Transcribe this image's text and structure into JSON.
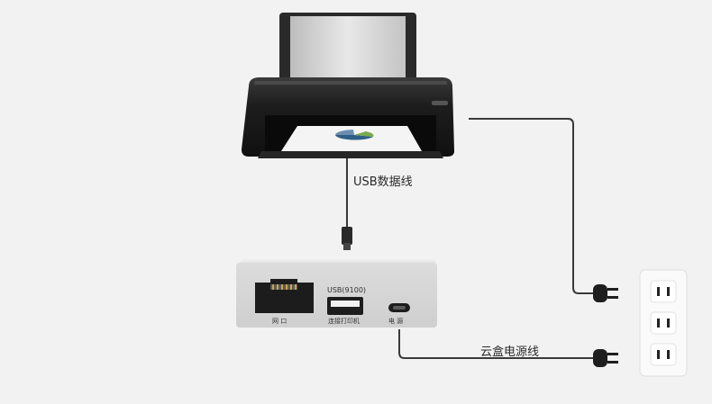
{
  "labels": {
    "usb_cable": "USB数据线",
    "power_cable": "云盒电源线",
    "usb_port_title": "USB(9100)",
    "usb_port_sub": "连接打印机",
    "lan_port": "网 口",
    "power_port": "电 源"
  },
  "colors": {
    "background": "#f2f2f2",
    "cable": "#3a3a3a",
    "printer_body": "#1b1b1b",
    "cloud_box": "#e6e6e6",
    "socket": "#fafafa"
  }
}
